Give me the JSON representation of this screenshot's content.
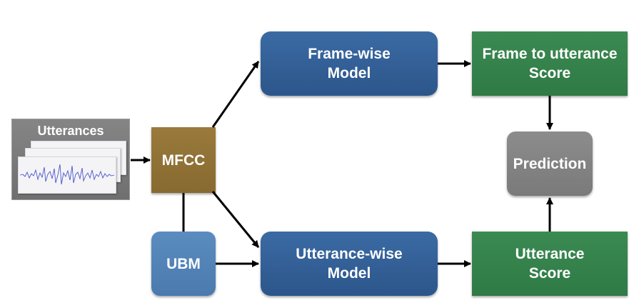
{
  "nodes": {
    "utterances": "Utterances",
    "mfcc": "MFCC",
    "ubm": "UBM",
    "frame_wise_model": "Frame-wise\nModel",
    "utterance_wise_model": "Utterance-wise\nModel",
    "frame_to_utterance_score": "Frame to utterance\nScore",
    "utterance_score": "Utterance\nScore",
    "prediction": "Prediction"
  },
  "colors": {
    "model_blue": "#2f5d93",
    "score_green": "#347f4a",
    "prediction_gray": "#808080",
    "ubm_blue": "#5283b8",
    "mfcc_brown": "#8f7035",
    "waveform": "#4a55c8"
  },
  "icons": [
    "waveform-icon"
  ]
}
